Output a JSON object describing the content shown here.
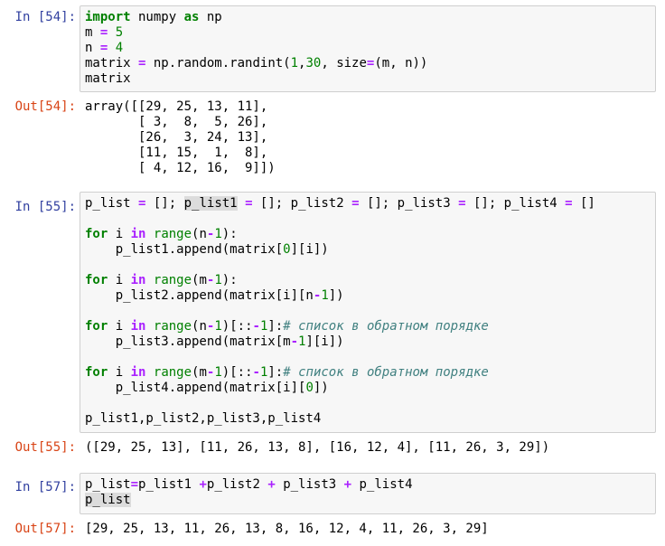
{
  "cells": [
    {
      "in_prompt": "In [54]:",
      "out_prompt": "Out[54]:",
      "output_lines": [
        "array([[29, 25, 13, 11],",
        "       [ 3,  8,  5, 26],",
        "       [26,  3, 24, 13],",
        "       [11, 15,  1,  8],",
        "       [ 4, 12, 16,  9]])"
      ]
    },
    {
      "in_prompt": "In [55]:",
      "out_prompt": "Out[55]:",
      "output_lines": [
        "([29, 25, 13], [11, 26, 13, 8], [16, 12, 4], [11, 26, 3, 29])"
      ]
    },
    {
      "in_prompt": "In [57]:",
      "out_prompt": "Out[57]:",
      "output_lines": [
        "[29, 25, 13, 11, 26, 13, 8, 16, 12, 4, 11, 26, 3, 29]"
      ]
    }
  ],
  "code": {
    "c54": [
      [
        [
          "kw",
          "import"
        ],
        [
          "t",
          " numpy "
        ],
        [
          "kw",
          "as"
        ],
        [
          "t",
          " np"
        ]
      ],
      [
        [
          "t",
          "m "
        ],
        [
          "op",
          "="
        ],
        [
          "t",
          " "
        ],
        [
          "num",
          "5"
        ]
      ],
      [
        [
          "t",
          "n "
        ],
        [
          "op",
          "="
        ],
        [
          "t",
          " "
        ],
        [
          "num",
          "4"
        ]
      ],
      [
        [
          "t",
          "matrix "
        ],
        [
          "op",
          "="
        ],
        [
          "t",
          " np.random.randint("
        ],
        [
          "num",
          "1"
        ],
        [
          "t",
          ","
        ],
        [
          "num",
          "30"
        ],
        [
          "t",
          ", size"
        ],
        [
          "op",
          "="
        ],
        [
          "t",
          "(m, n))"
        ]
      ],
      [
        [
          "t",
          "matrix"
        ]
      ]
    ],
    "c55": [
      [
        [
          "t",
          "p_list "
        ],
        [
          "op",
          "="
        ],
        [
          "t",
          " []; "
        ],
        [
          "hl",
          "p_list1"
        ],
        [
          "t",
          " "
        ],
        [
          "op",
          "="
        ],
        [
          "t",
          " []; p_list2 "
        ],
        [
          "op",
          "="
        ],
        [
          "t",
          " []; p_list3 "
        ],
        [
          "op",
          "="
        ],
        [
          "t",
          " []; p_list4 "
        ],
        [
          "op",
          "="
        ],
        [
          "t",
          " []"
        ]
      ],
      [],
      [
        [
          "kw",
          "for"
        ],
        [
          "t",
          " i "
        ],
        [
          "op",
          "in"
        ],
        [
          "t",
          " "
        ],
        [
          "num",
          "range"
        ],
        [
          "t",
          "(n"
        ],
        [
          "op",
          "-"
        ],
        [
          "num",
          "1"
        ],
        [
          "t",
          "):"
        ]
      ],
      [
        [
          "t",
          "    p_list1.append(matrix["
        ],
        [
          "num",
          "0"
        ],
        [
          "t",
          "][i])"
        ]
      ],
      [],
      [
        [
          "kw",
          "for"
        ],
        [
          "t",
          " i "
        ],
        [
          "op",
          "in"
        ],
        [
          "t",
          " "
        ],
        [
          "num",
          "range"
        ],
        [
          "t",
          "(m"
        ],
        [
          "op",
          "-"
        ],
        [
          "num",
          "1"
        ],
        [
          "t",
          "):"
        ]
      ],
      [
        [
          "t",
          "    p_list2.append(matrix[i][n"
        ],
        [
          "op",
          "-"
        ],
        [
          "num",
          "1"
        ],
        [
          "t",
          "])"
        ]
      ],
      [],
      [
        [
          "kw",
          "for"
        ],
        [
          "t",
          " i "
        ],
        [
          "op",
          "in"
        ],
        [
          "t",
          " "
        ],
        [
          "num",
          "range"
        ],
        [
          "t",
          "(n"
        ],
        [
          "op",
          "-"
        ],
        [
          "num",
          "1"
        ],
        [
          "t",
          ")[::"
        ],
        [
          "op",
          "-"
        ],
        [
          "num",
          "1"
        ],
        [
          "t",
          "]:"
        ],
        [
          "cm",
          "# список в обратном порядке"
        ]
      ],
      [
        [
          "t",
          "    p_list3.append(matrix[m"
        ],
        [
          "op",
          "-"
        ],
        [
          "num",
          "1"
        ],
        [
          "t",
          "][i])"
        ]
      ],
      [],
      [
        [
          "kw",
          "for"
        ],
        [
          "t",
          " i "
        ],
        [
          "op",
          "in"
        ],
        [
          "t",
          " "
        ],
        [
          "num",
          "range"
        ],
        [
          "t",
          "(m"
        ],
        [
          "op",
          "-"
        ],
        [
          "num",
          "1"
        ],
        [
          "t",
          ")[::"
        ],
        [
          "op",
          "-"
        ],
        [
          "num",
          "1"
        ],
        [
          "t",
          "]:"
        ],
        [
          "cm",
          "# список в обратном порядке"
        ]
      ],
      [
        [
          "t",
          "    p_list4.append(matrix[i]["
        ],
        [
          "num",
          "0"
        ],
        [
          "t",
          "])"
        ]
      ],
      [],
      [
        [
          "t",
          "p_list1,p_list2,p_list3,p_list4"
        ]
      ]
    ],
    "c57": [
      [
        [
          "t",
          "p_list"
        ],
        [
          "op",
          "="
        ],
        [
          "t",
          "p_list1 "
        ],
        [
          "op",
          "+"
        ],
        [
          "t",
          "p_list2 "
        ],
        [
          "op",
          "+"
        ],
        [
          "t",
          " p_list3 "
        ],
        [
          "op",
          "+"
        ],
        [
          "t",
          " p_list4"
        ]
      ],
      [
        [
          "hl",
          "p_list"
        ]
      ]
    ]
  }
}
